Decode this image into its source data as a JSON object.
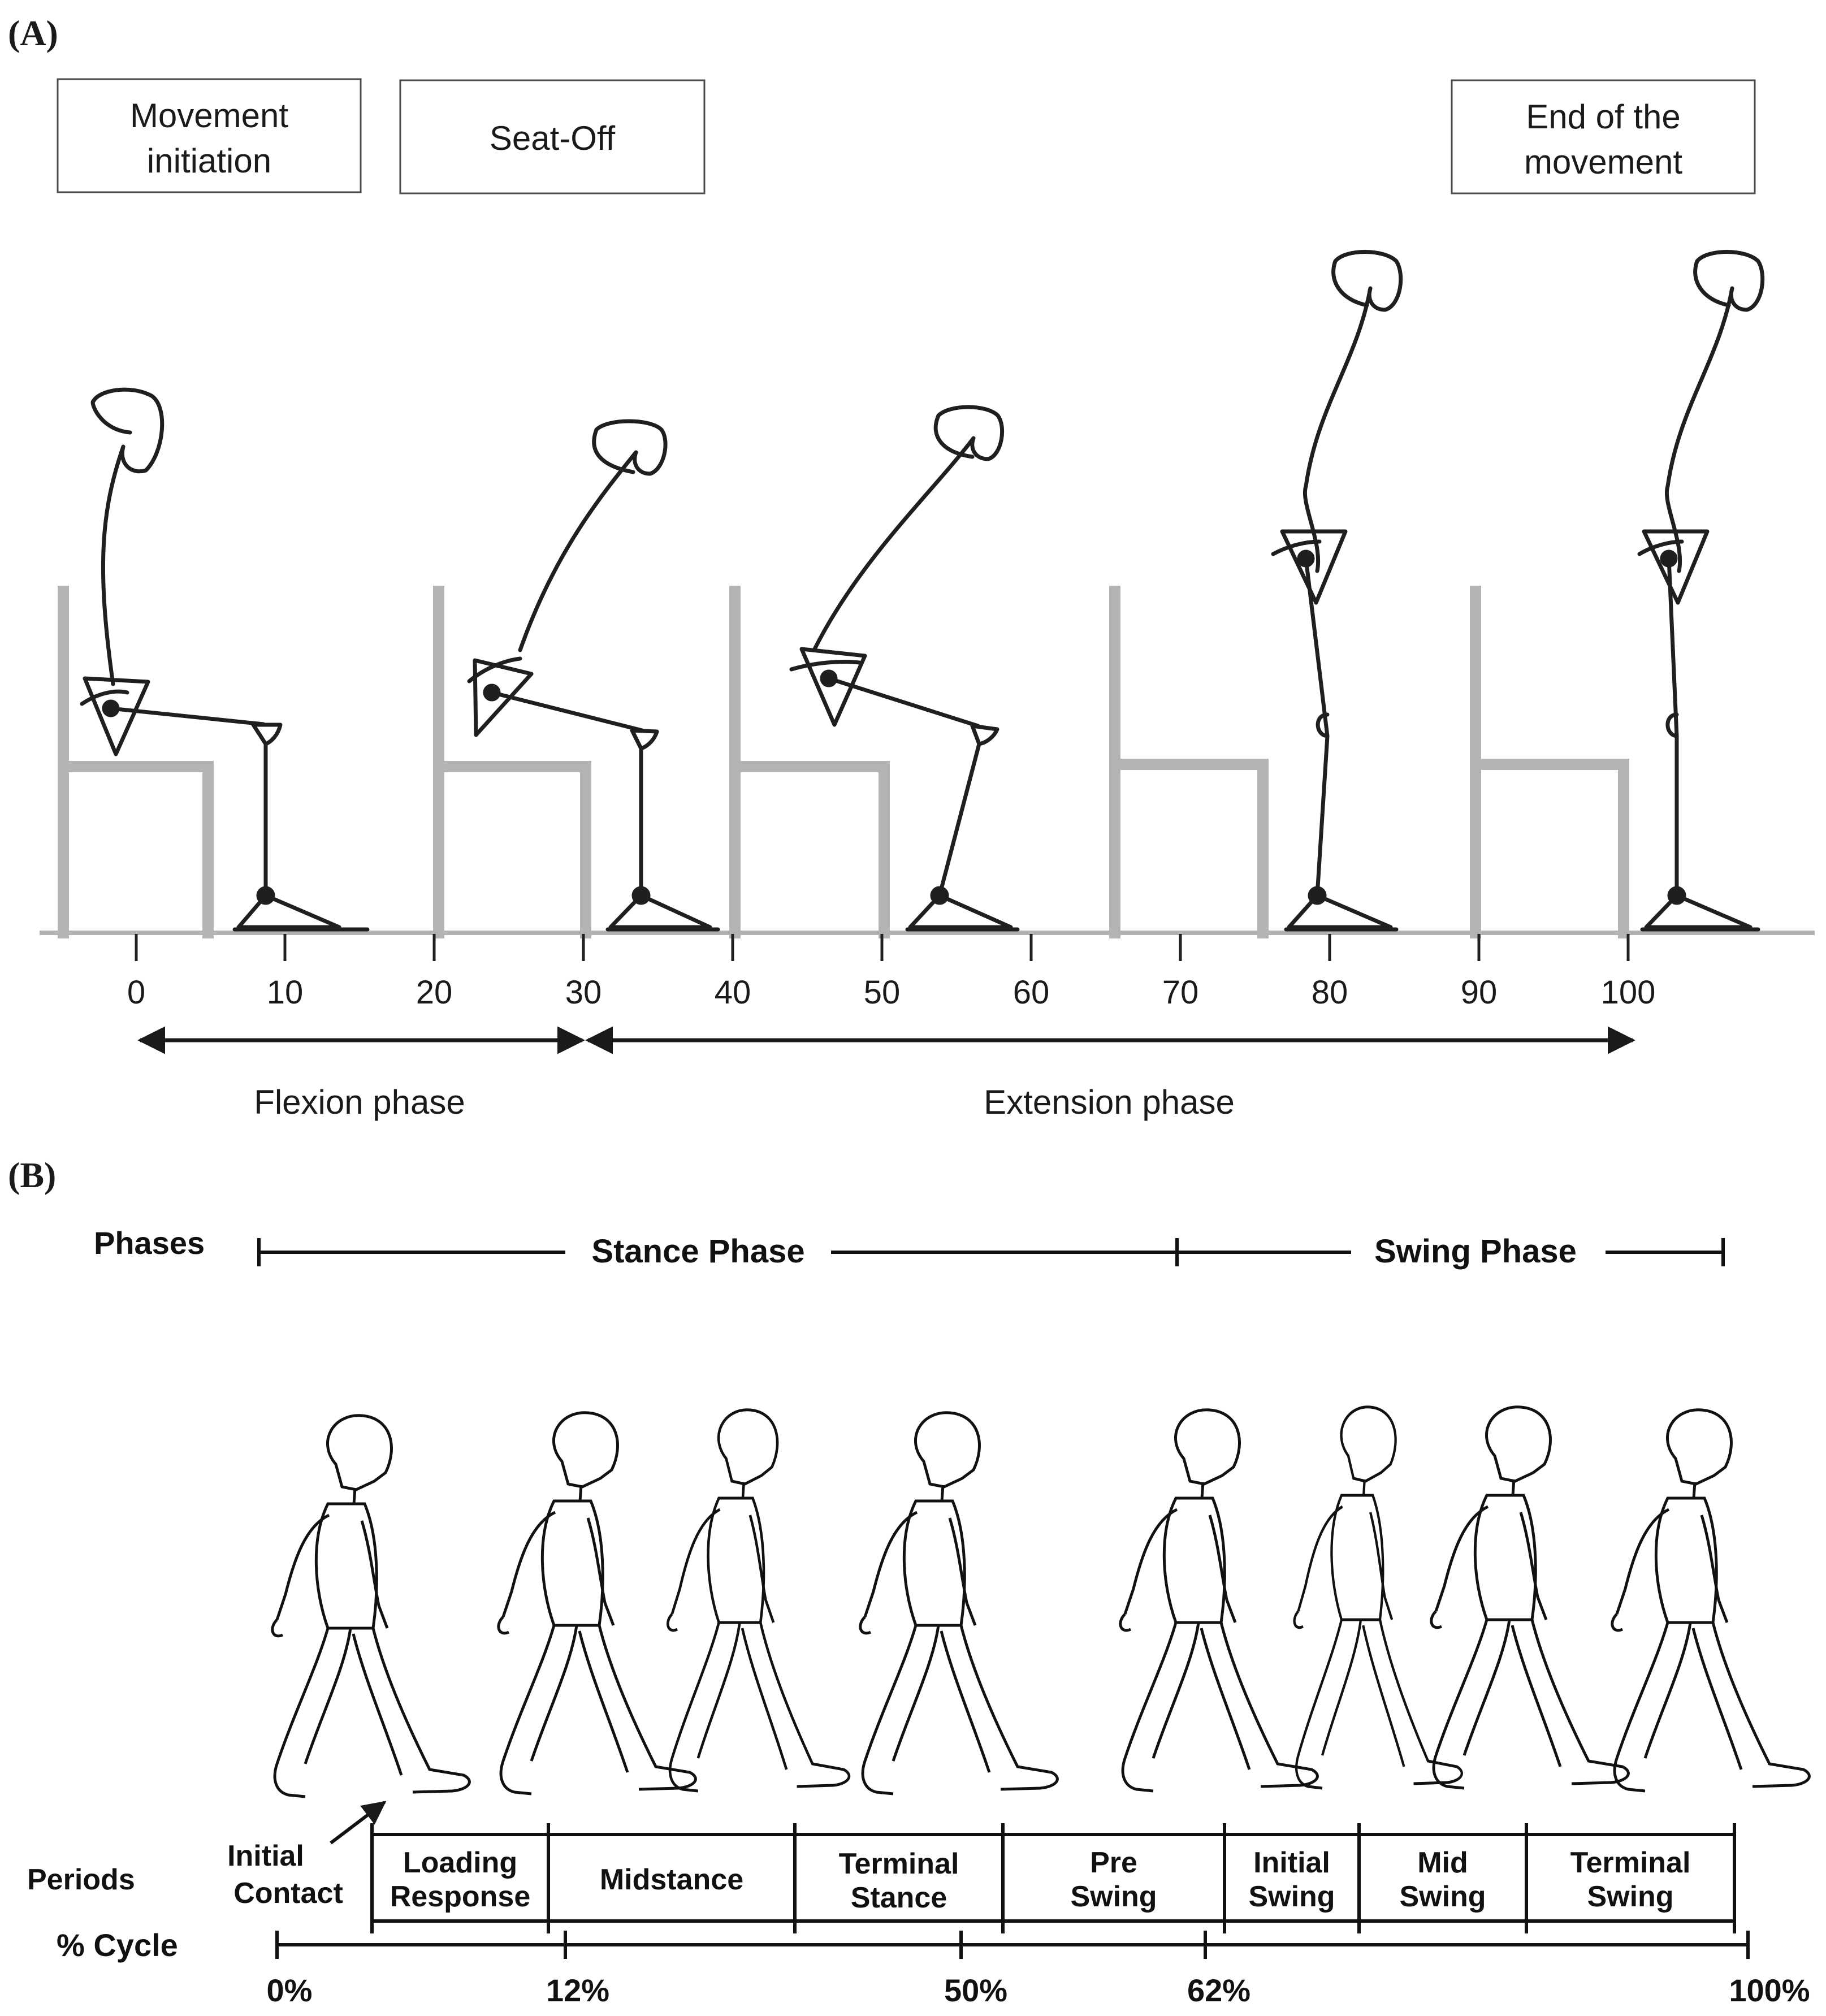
{
  "panel_a": {
    "label": "(A)",
    "boxes": {
      "start": [
        "Movement",
        "initiation"
      ],
      "seat_off": [
        "Seat-Off"
      ],
      "end": [
        "End of the",
        "movement"
      ]
    },
    "ticks": [
      "0",
      "10",
      "20",
      "30",
      "40",
      "50",
      "60",
      "70",
      "80",
      "90",
      "100"
    ],
    "phases": {
      "flexion": "Flexion phase",
      "extension": "Extension phase"
    },
    "colors": {
      "chair": "#b3b3b3",
      "figure": "#1f1f1f"
    }
  },
  "panel_b": {
    "label": "(B)",
    "phases_label": "Phases",
    "stance": "Stance Phase",
    "swing": "Swing Phase",
    "periods_label": "Periods",
    "initial_contact": [
      "Initial",
      "Contact"
    ],
    "periods": [
      [
        "Loading",
        "Response"
      ],
      [
        "Midstance"
      ],
      [
        "Terminal",
        "Stance"
      ],
      [
        "Pre",
        "Swing"
      ],
      [
        "Initial",
        "Swing"
      ],
      [
        "Mid",
        "Swing"
      ],
      [
        "Terminal",
        "Swing"
      ]
    ],
    "cycle_label": "% Cycle",
    "cycle_ticks": [
      "0%",
      "12%",
      "50%",
      "62%",
      "100%"
    ]
  }
}
